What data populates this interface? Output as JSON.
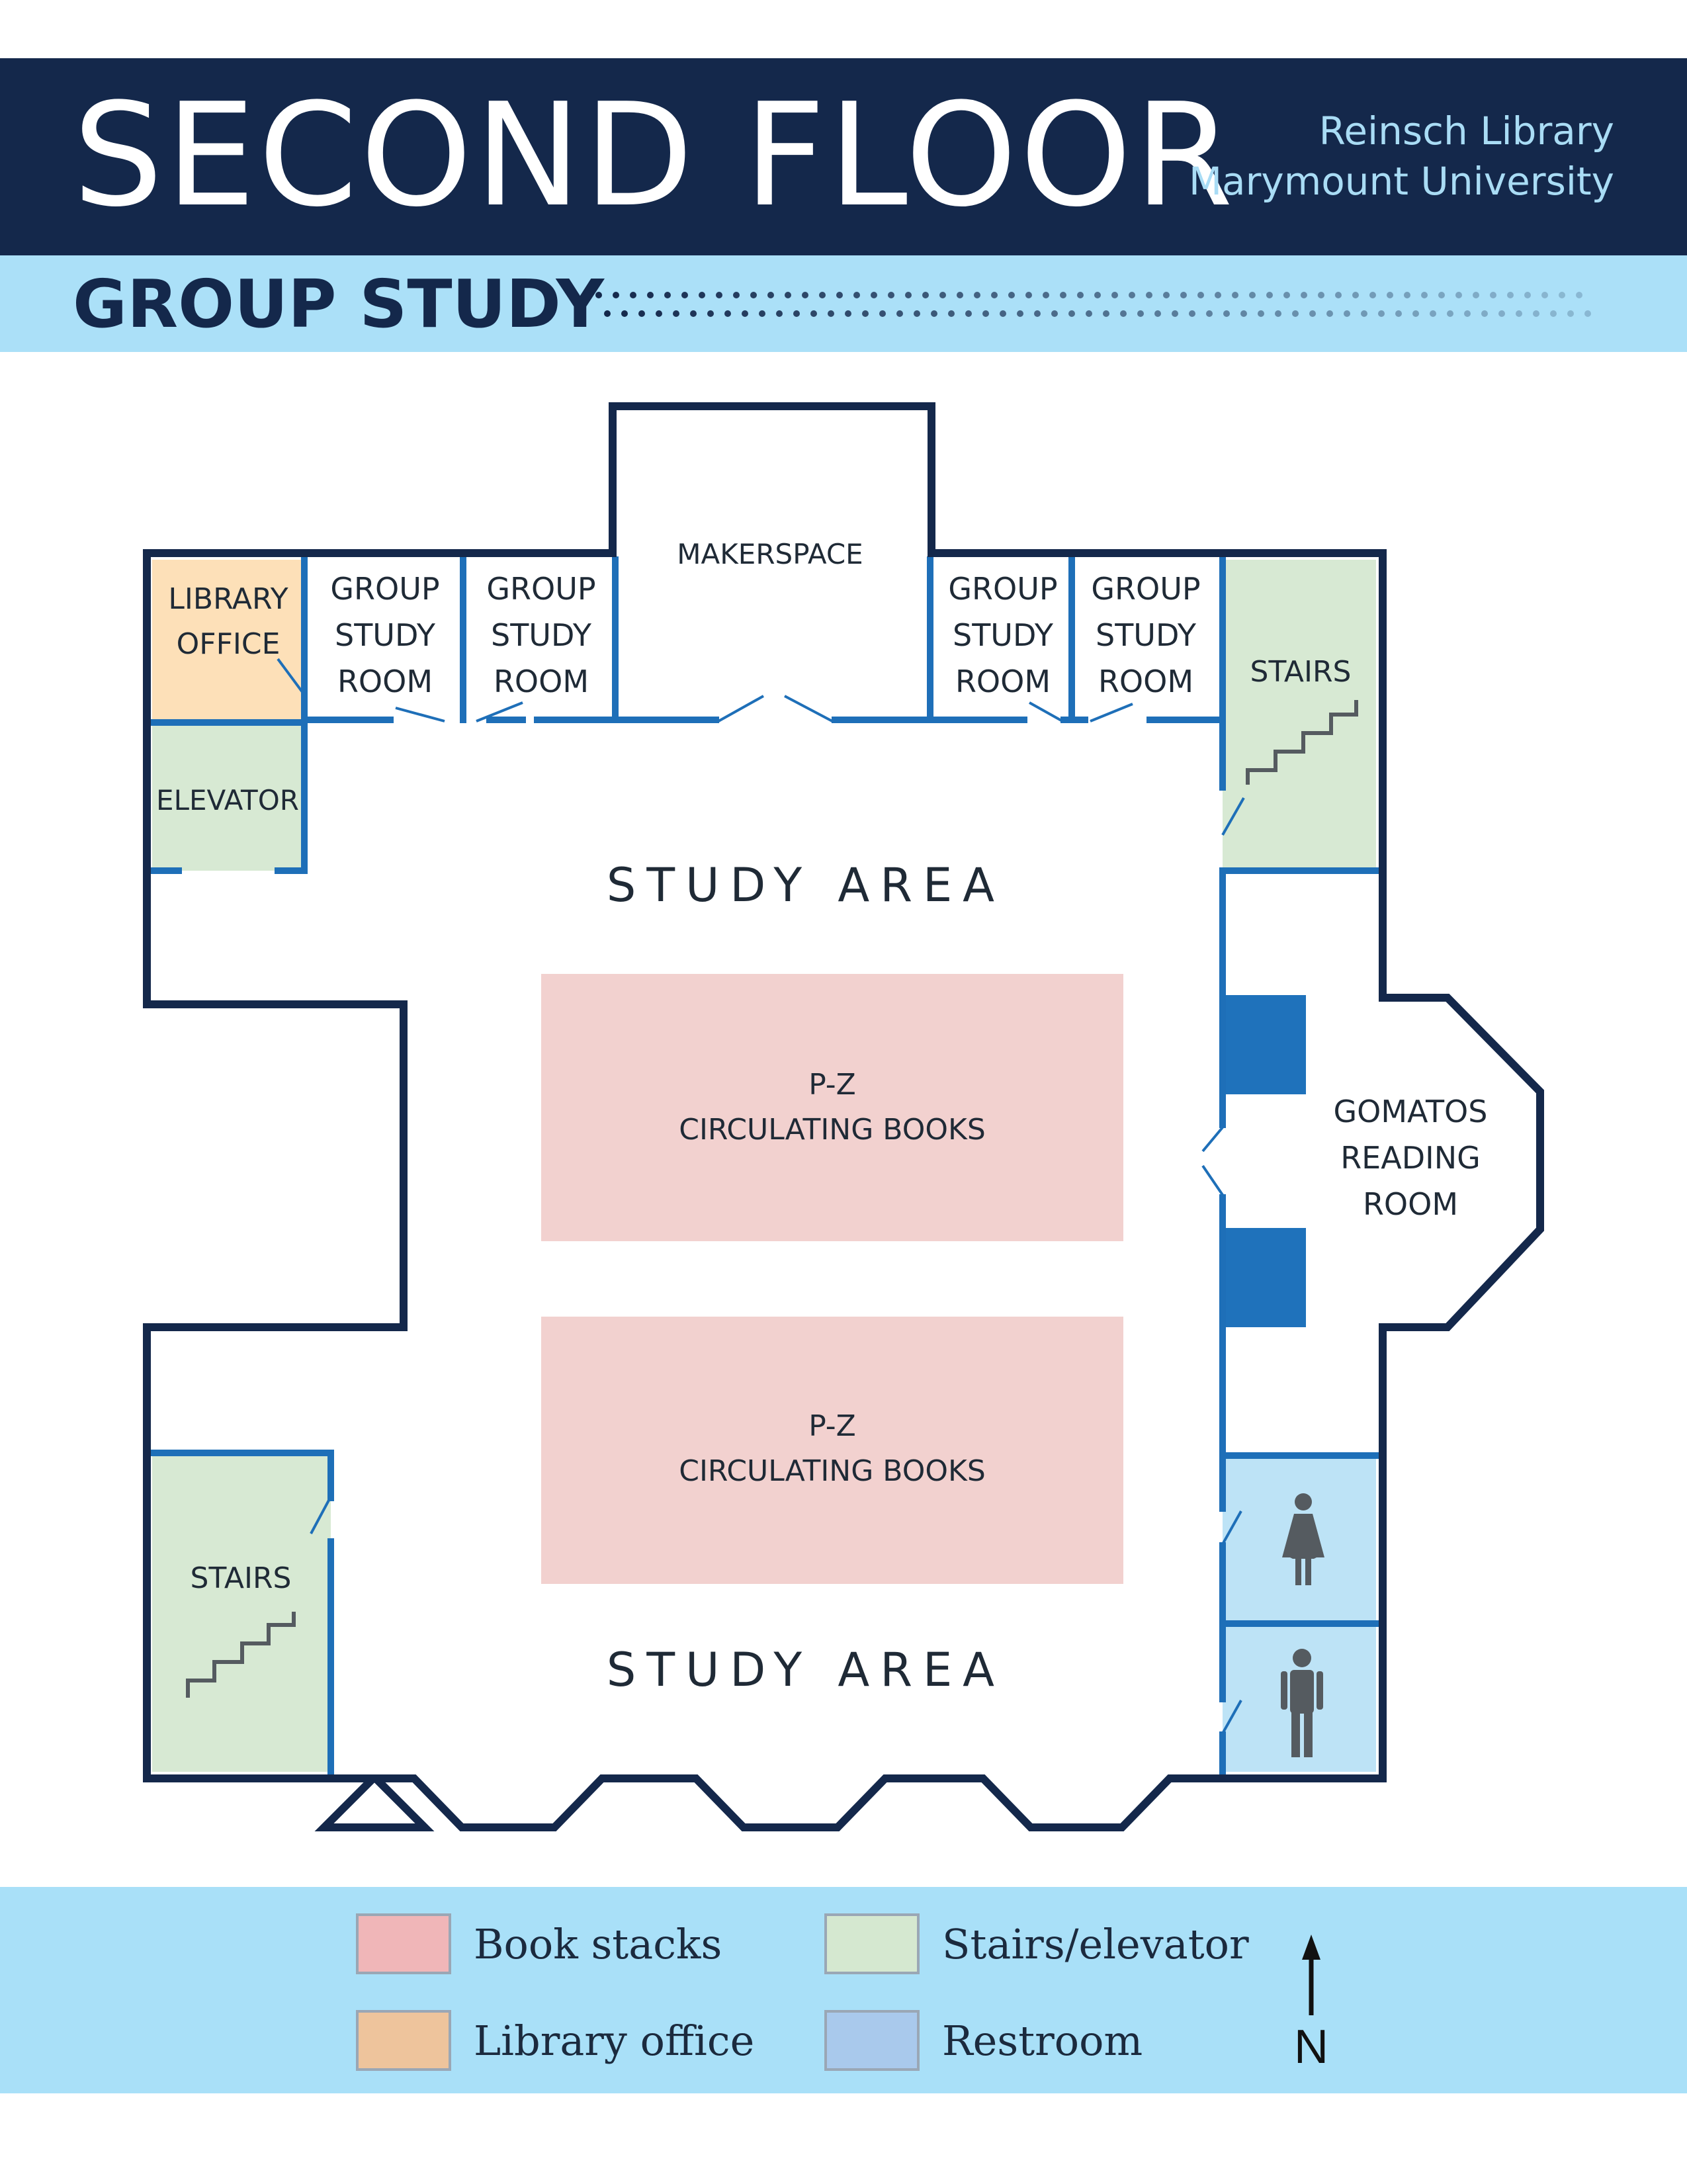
{
  "header": {
    "title": "SECOND FLOOR",
    "org_line1": "Reinsch Library",
    "org_line2": "Marymount University",
    "subtitle": "GROUP STUDY",
    "colors": {
      "navy": "#14284b",
      "light_blue": "#abe0f8",
      "org_text": "#a9dcf5"
    }
  },
  "rooms": {
    "library_office": [
      "LIBRARY",
      "OFFICE"
    ],
    "elevator": "ELEVATOR",
    "group_study_room": [
      "GROUP",
      "STUDY",
      "ROOM"
    ],
    "makerspace": "MAKERSPACE",
    "stairs_ne": "STAIRS",
    "stairs_sw": "STAIRS",
    "study_area_top": "STUDY AREA",
    "study_area_bottom": "STUDY AREA",
    "stacks_1": [
      "P-Z",
      "CIRCULATING BOOKS"
    ],
    "stacks_2": [
      "P-Z",
      "CIRCULATING BOOKS"
    ],
    "reading_room": [
      "GOMATOS",
      "READING",
      "ROOM"
    ],
    "restroom_women_icon": "woman-icon",
    "restroom_men_icon": "man-icon"
  },
  "legend": {
    "book_stacks": {
      "label": "Book stacks",
      "color": "#f0b6b8"
    },
    "library_office": {
      "label": "Library office",
      "color": "#eec49c"
    },
    "stairs_elevator": {
      "label": "Stairs/elevator",
      "color": "#d5e8d0"
    },
    "restroom": {
      "label": "Restroom",
      "color": "#a9c9ec"
    }
  },
  "compass": {
    "label": "N",
    "icon": "north-arrow-icon"
  },
  "fills": {
    "stacks": "#f2d1cf",
    "office": "#fde0b8",
    "stairs": "#d7e9d3",
    "restroom": "#bde3f6",
    "walls": "#14284b",
    "partitions": "#1e6fb8",
    "pillars": "#1f72bb"
  }
}
